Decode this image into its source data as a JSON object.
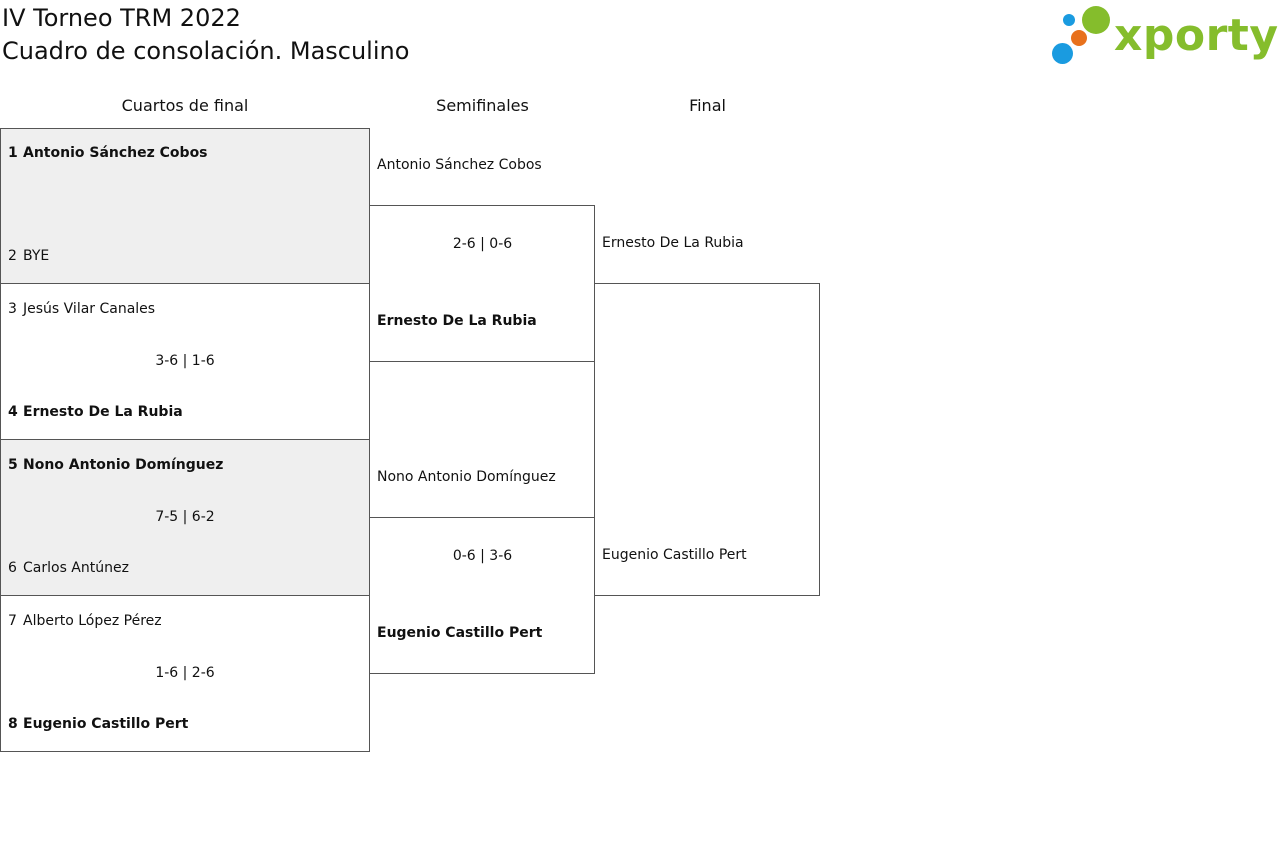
{
  "header": {
    "title_line1": "IV Torneo TRM 2022",
    "title_line2": "Cuadro de consolación. Masculino",
    "logo_text": "xporty",
    "logo_colors": {
      "green": "#85bd2c",
      "blue": "#1a9be0",
      "orange": "#e8711c"
    }
  },
  "rounds": {
    "quarterfinals": "Cuartos de final",
    "semifinals": "Semifinales",
    "final": "Final"
  },
  "quarterfinal_matches": [
    {
      "p1_seed": "1",
      "p1_name": "Antonio Sánchez Cobos",
      "p2_seed": "2",
      "p2_name": "BYE",
      "score": ""
    },
    {
      "p1_seed": "3",
      "p1_name": "Jesús Vilar Canales",
      "p2_seed": "4",
      "p2_name": "Ernesto De La Rubia",
      "score": "3-6 | 1-6"
    },
    {
      "p1_seed": "5",
      "p1_name": "Nono Antonio Domínguez",
      "p2_seed": "6",
      "p2_name": "Carlos Antúnez",
      "score": "7-5 | 6-2"
    },
    {
      "p1_seed": "7",
      "p1_name": "Alberto López Pérez",
      "p2_seed": "8",
      "p2_name": "Eugenio Castillo Pert",
      "score": "1-6 | 2-6"
    }
  ],
  "semifinal_matches": [
    {
      "p1_name": "Antonio Sánchez Cobos",
      "p2_name": "Ernesto De La Rubia",
      "score": "2-6 | 0-6"
    },
    {
      "p1_name": "Nono Antonio Domínguez",
      "p2_name": "Eugenio Castillo Pert",
      "score": "0-6 | 3-6"
    }
  ],
  "final_match": {
    "p1_name": "Ernesto De La Rubia",
    "p2_name": "Eugenio Castillo Pert"
  }
}
